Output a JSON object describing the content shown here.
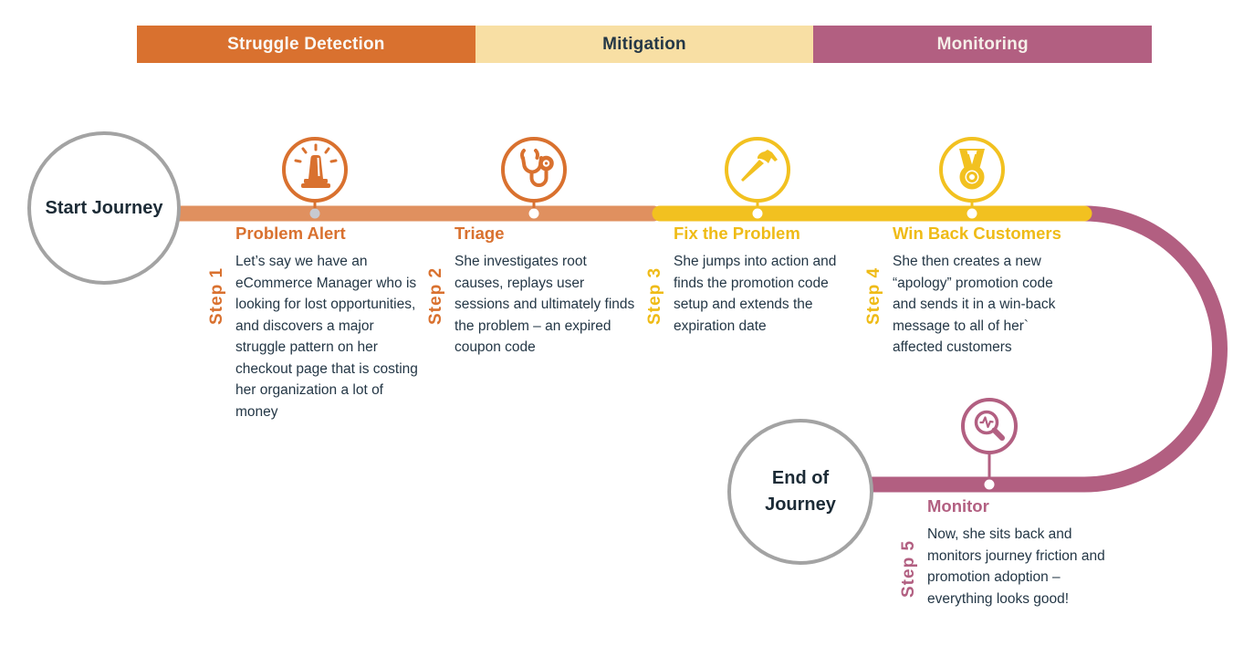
{
  "phases": [
    {
      "label": "Struggle Detection",
      "bg": "#D9712F",
      "text_color": "#FFFFFF"
    },
    {
      "label": "Mitigation",
      "bg": "#F8DFA4",
      "text_color": "#243746"
    },
    {
      "label": "Monitoring",
      "bg": "#B25F81",
      "text_color": "#FFFFFF"
    }
  ],
  "journey": {
    "start_label": "Start Journey",
    "end_label_line1": "End of",
    "end_label_line2": "Journey"
  },
  "steps": [
    {
      "step_label": "Step 1",
      "title": "Problem Alert",
      "description": "Let’s say we have an eCommerce Manager who is looking for lost opportunities, and discovers a major struggle pattern on her checkout page that is costing her organization a lot of money",
      "icon": "siren-icon",
      "color": "#D9712F"
    },
    {
      "step_label": "Step 2",
      "title": "Triage",
      "description": "She investigates root causes, replays user sessions and ultimately finds the problem – an expired coupon code",
      "icon": "stethoscope-icon",
      "color": "#D9712F"
    },
    {
      "step_label": "Step 3",
      "title": "Fix the Problem",
      "description": "She jumps into action and finds the promotion code setup and extends the expiration date",
      "icon": "hammer-icon",
      "color": "#EFBB16"
    },
    {
      "step_label": "Step 4",
      "title": "Win Back Customers",
      "description": "She then creates a new “apology” promotion code and sends it in a win-back message to all of her` affected customers",
      "icon": "medal-icon",
      "color": "#EFBB16"
    },
    {
      "step_label": "Step 5",
      "title": "Monitor",
      "description": "Now, she sits back and monitors journey friction and promotion adoption – everything looks good!",
      "icon": "magnifier-pulse-icon",
      "color": "#B25F81"
    }
  ],
  "colors": {
    "timeline_segment_struggle": "#E0905F",
    "timeline_segment_mitigation": "#F2C120",
    "timeline_segment_monitoring": "#B25F81",
    "circle_border_gray": "#A3A3A3",
    "body_text": "#243746",
    "step1_dot": "#C7CAD1",
    "marker_dot": "#FFFFFF"
  }
}
